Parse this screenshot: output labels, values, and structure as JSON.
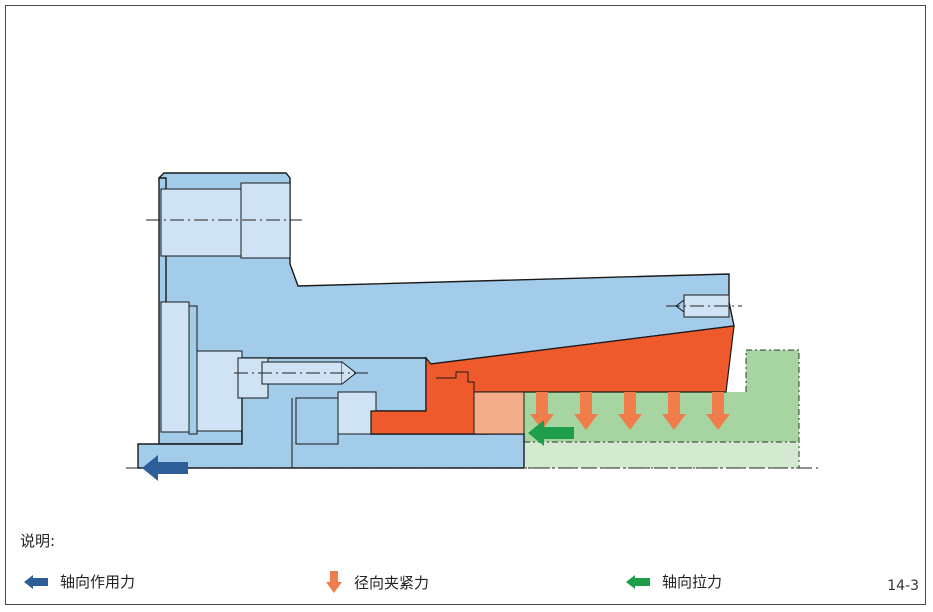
{
  "note": {
    "title": "说明:"
  },
  "legend": [
    {
      "label": "轴向作用力",
      "icon": "arrow-left-icon",
      "color": "#2e5e97"
    },
    {
      "label": "径向夹紧力",
      "icon": "arrow-down-icon",
      "color": "#f07e4d"
    },
    {
      "label": "轴向拉力",
      "icon": "arrow-left-icon",
      "color": "#1e9e4a"
    }
  ],
  "page_number": "14-3",
  "colors": {
    "blue_part": "#a3cbea",
    "blue_light": "#cfe3f4",
    "red_sleeve": "#ee5a2c",
    "red_light": "#f4ad8b",
    "green_part": "#a7d5a1",
    "green_light": "#d3ead0",
    "outline": "#1a1a1a"
  }
}
